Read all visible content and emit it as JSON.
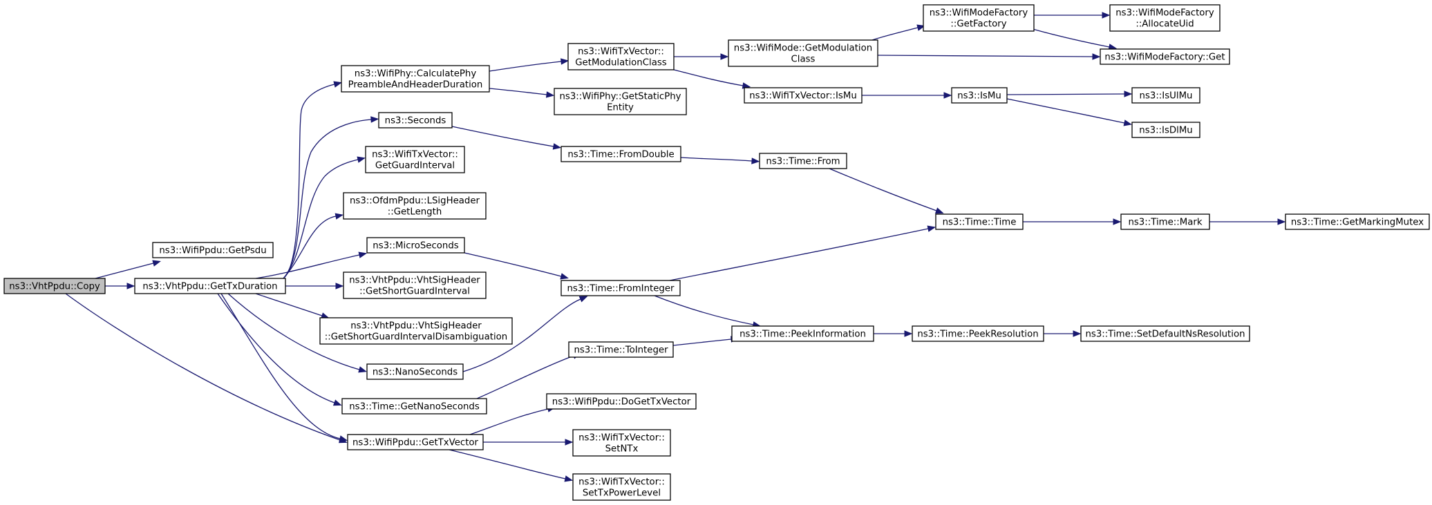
{
  "nodes": [
    {
      "id": "copy",
      "lines": [
        "ns3::VhtPpdu::Copy"
      ]
    },
    {
      "id": "getpsdu",
      "lines": [
        "ns3::WifiPpdu::GetPsdu"
      ]
    },
    {
      "id": "gettxduration",
      "lines": [
        "ns3::VhtPpdu::GetTxDuration"
      ]
    },
    {
      "id": "calcphy",
      "lines": [
        "ns3::WifiPhy::CalculatePhy",
        "PreambleAndHeaderDuration"
      ]
    },
    {
      "id": "seconds",
      "lines": [
        "ns3::Seconds"
      ]
    },
    {
      "id": "getguardinterval",
      "lines": [
        "ns3::WifiTxVector::",
        "GetGuardInterval"
      ]
    },
    {
      "id": "lsiglength",
      "lines": [
        "ns3::OfdmPpdu::LSigHeader",
        "::GetLength"
      ]
    },
    {
      "id": "microseconds",
      "lines": [
        "ns3::MicroSeconds"
      ]
    },
    {
      "id": "shortgi",
      "lines": [
        "ns3::VhtPpdu::VhtSigHeader",
        "::GetShortGuardInterval"
      ]
    },
    {
      "id": "shortgidisamb",
      "lines": [
        "ns3::VhtPpdu::VhtSigHeader",
        "::GetShortGuardIntervalDisambiguation"
      ]
    },
    {
      "id": "nanoseconds",
      "lines": [
        "ns3::NanoSeconds"
      ]
    },
    {
      "id": "getnanoseconds",
      "lines": [
        "ns3::Time::GetNanoSeconds"
      ]
    },
    {
      "id": "gettxvector",
      "lines": [
        "ns3::WifiPpdu::GetTxVector"
      ]
    },
    {
      "id": "getmodclass",
      "lines": [
        "ns3::WifiTxVector::",
        "GetModulationClass"
      ]
    },
    {
      "id": "getstaticphy",
      "lines": [
        "ns3::WifiPhy::GetStaticPhy",
        "Entity"
      ]
    },
    {
      "id": "fromdouble",
      "lines": [
        "ns3::Time::FromDouble"
      ]
    },
    {
      "id": "frominteger",
      "lines": [
        "ns3::Time::FromInteger"
      ]
    },
    {
      "id": "tointeger",
      "lines": [
        "ns3::Time::ToInteger"
      ]
    },
    {
      "id": "dogettxvector",
      "lines": [
        "ns3::WifiPpdu::DoGetTxVector"
      ]
    },
    {
      "id": "setntx",
      "lines": [
        "ns3::WifiTxVector::",
        "SetNTx"
      ]
    },
    {
      "id": "settxpower",
      "lines": [
        "ns3::WifiTxVector::",
        "SetTxPowerLevel"
      ]
    },
    {
      "id": "modegetmodclass",
      "lines": [
        "ns3::WifiMode::GetModulation",
        "Class"
      ]
    },
    {
      "id": "txvecismu",
      "lines": [
        "ns3::WifiTxVector::IsMu"
      ]
    },
    {
      "id": "timefrom",
      "lines": [
        "ns3::Time::From"
      ]
    },
    {
      "id": "peekinfo",
      "lines": [
        "ns3::Time::PeekInformation"
      ]
    },
    {
      "id": "factorygetfactory",
      "lines": [
        "ns3::WifiModeFactory",
        "::GetFactory"
      ]
    },
    {
      "id": "ismu",
      "lines": [
        "ns3::IsMu"
      ]
    },
    {
      "id": "timetime",
      "lines": [
        "ns3::Time::Time"
      ]
    },
    {
      "id": "peekres",
      "lines": [
        "ns3::Time::PeekResolution"
      ]
    },
    {
      "id": "allocateuid",
      "lines": [
        "ns3::WifiModeFactory",
        "::AllocateUid"
      ]
    },
    {
      "id": "factoryget",
      "lines": [
        "ns3::WifiModeFactory::Get"
      ]
    },
    {
      "id": "isulmu",
      "lines": [
        "ns3::IsUlMu"
      ]
    },
    {
      "id": "isdlmu",
      "lines": [
        "ns3::IsDlMu"
      ]
    },
    {
      "id": "timemark",
      "lines": [
        "ns3::Time::Mark"
      ]
    },
    {
      "id": "setdefaultns",
      "lines": [
        "ns3::Time::SetDefaultNsResolution"
      ]
    },
    {
      "id": "getmarkingmutex",
      "lines": [
        "ns3::Time::GetMarkingMutex"
      ]
    }
  ],
  "edges": [
    {
      "from": "copy",
      "to": "getpsdu"
    },
    {
      "from": "copy",
      "to": "gettxduration"
    },
    {
      "from": "copy",
      "to": "gettxvector"
    },
    {
      "from": "gettxduration",
      "to": "calcphy"
    },
    {
      "from": "gettxduration",
      "to": "seconds"
    },
    {
      "from": "gettxduration",
      "to": "getguardinterval"
    },
    {
      "from": "gettxduration",
      "to": "lsiglength"
    },
    {
      "from": "gettxduration",
      "to": "microseconds"
    },
    {
      "from": "gettxduration",
      "to": "shortgi"
    },
    {
      "from": "gettxduration",
      "to": "shortgidisamb"
    },
    {
      "from": "gettxduration",
      "to": "nanoseconds"
    },
    {
      "from": "gettxduration",
      "to": "getnanoseconds"
    },
    {
      "from": "gettxduration",
      "to": "gettxvector"
    },
    {
      "from": "calcphy",
      "to": "getmodclass"
    },
    {
      "from": "calcphy",
      "to": "getstaticphy"
    },
    {
      "from": "seconds",
      "to": "fromdouble"
    },
    {
      "from": "microseconds",
      "to": "frominteger"
    },
    {
      "from": "nanoseconds",
      "to": "frominteger"
    },
    {
      "from": "getnanoseconds",
      "to": "tointeger"
    },
    {
      "from": "gettxvector",
      "to": "dogettxvector"
    },
    {
      "from": "gettxvector",
      "to": "setntx"
    },
    {
      "from": "gettxvector",
      "to": "settxpower"
    },
    {
      "from": "getmodclass",
      "to": "modegetmodclass"
    },
    {
      "from": "getmodclass",
      "to": "txvecismu"
    },
    {
      "from": "fromdouble",
      "to": "timefrom"
    },
    {
      "from": "frominteger",
      "to": "timetime"
    },
    {
      "from": "frominteger",
      "to": "peekinfo"
    },
    {
      "from": "tointeger",
      "to": "peekinfo"
    },
    {
      "from": "modegetmodclass",
      "to": "factorygetfactory"
    },
    {
      "from": "modegetmodclass",
      "to": "factoryget"
    },
    {
      "from": "txvecismu",
      "to": "ismu"
    },
    {
      "from": "timefrom",
      "to": "timetime"
    },
    {
      "from": "peekinfo",
      "to": "peekres"
    },
    {
      "from": "factorygetfactory",
      "to": "allocateuid"
    },
    {
      "from": "factorygetfactory",
      "to": "factoryget"
    },
    {
      "from": "ismu",
      "to": "isulmu"
    },
    {
      "from": "ismu",
      "to": "isdlmu"
    },
    {
      "from": "timetime",
      "to": "timemark"
    },
    {
      "from": "timemark",
      "to": "getmarkingmutex"
    },
    {
      "from": "peekres",
      "to": "setdefaultns"
    }
  ]
}
